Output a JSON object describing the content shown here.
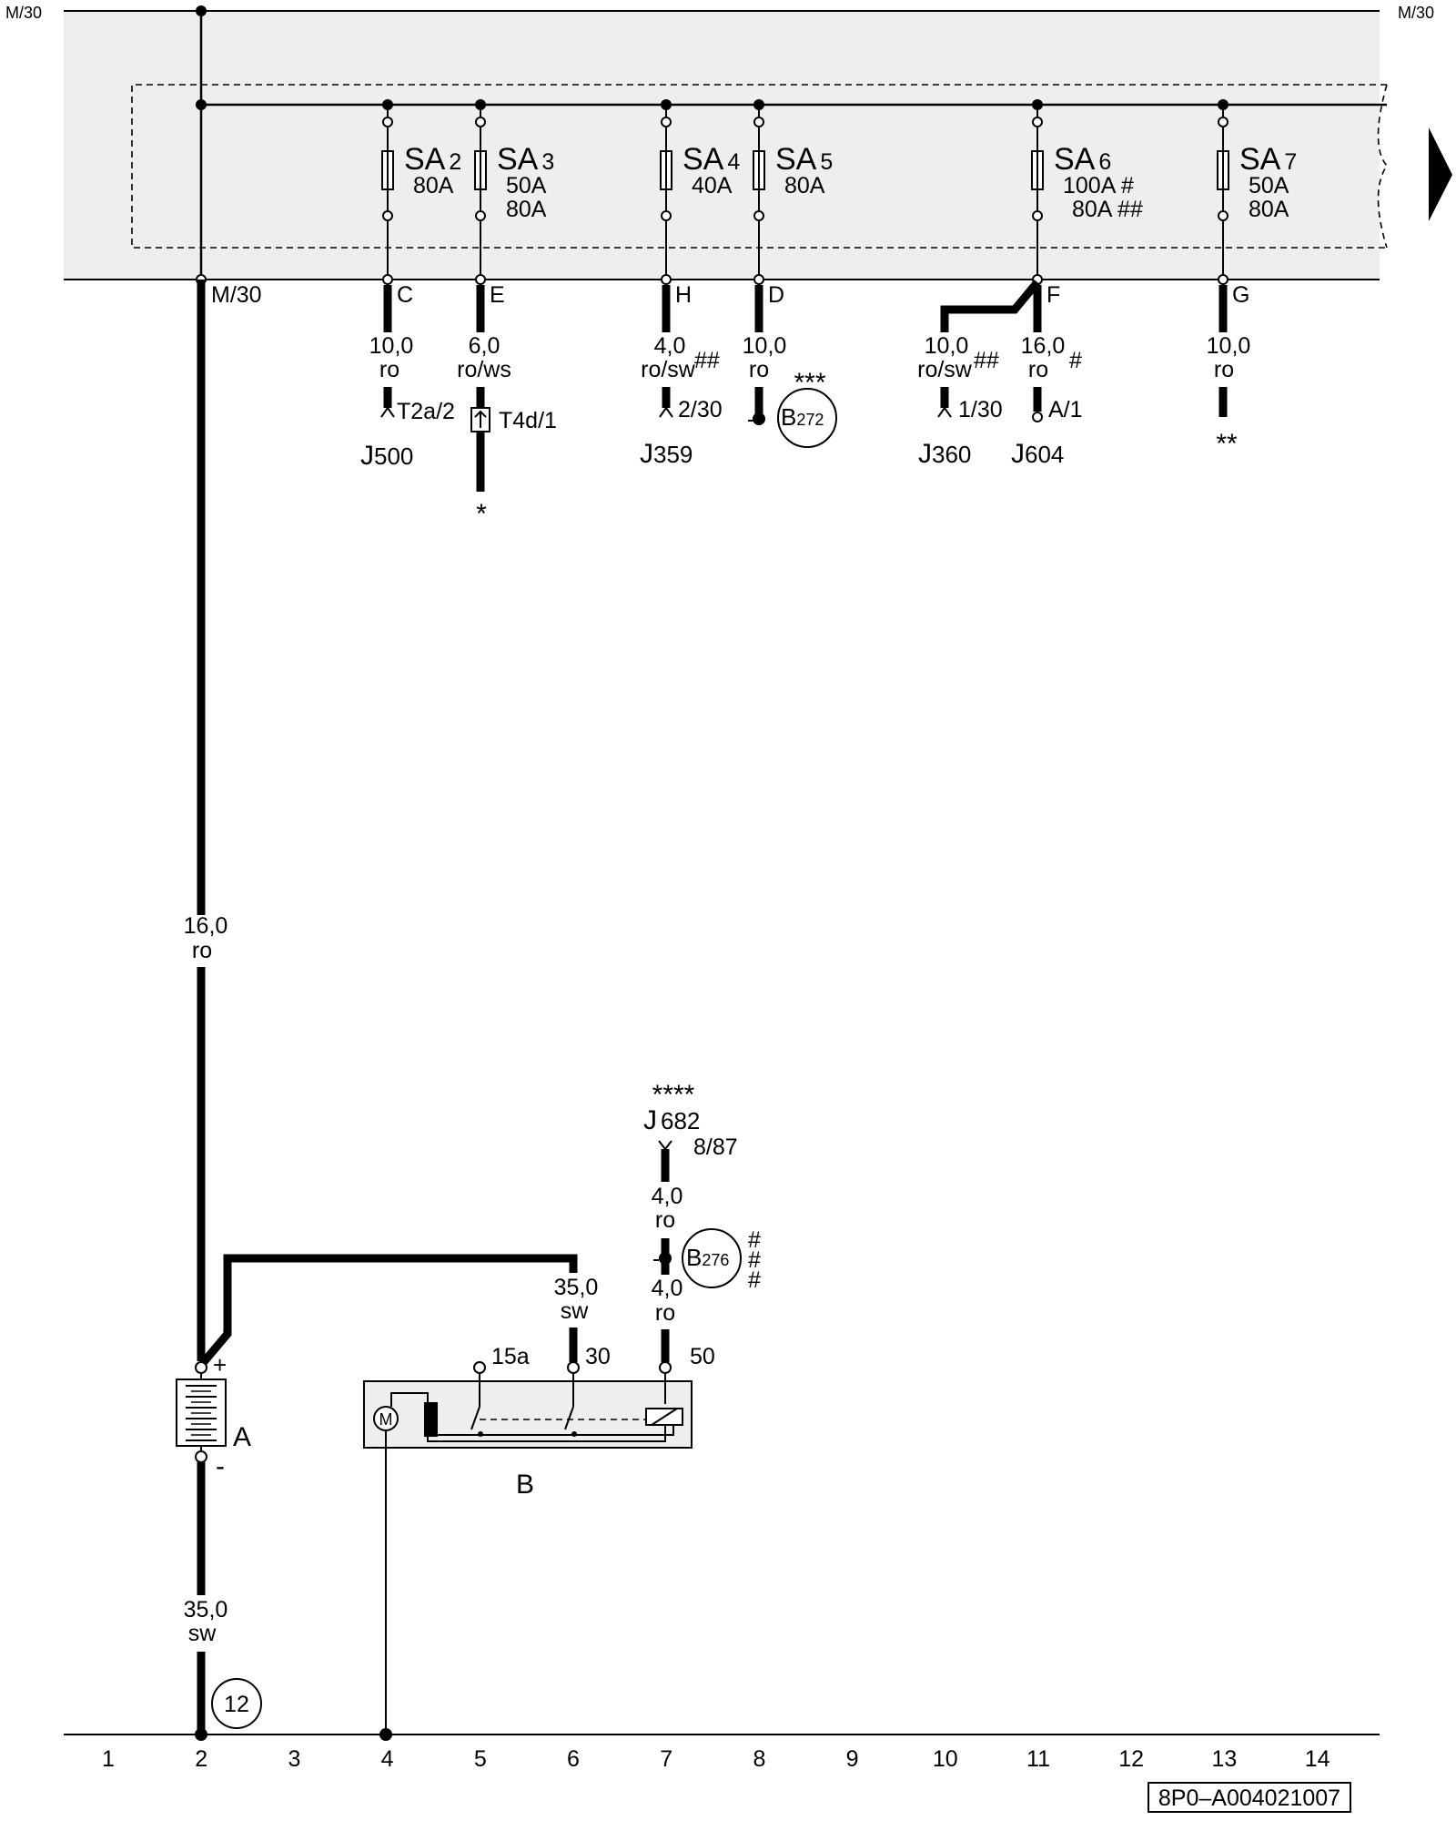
{
  "rail": {
    "left": "M/30",
    "right": "M/30",
    "main": "M/30"
  },
  "fuses": [
    {
      "name": "SA",
      "num": "2",
      "ratings": [
        "80A"
      ]
    },
    {
      "name": "SA",
      "num": "3",
      "ratings": [
        "50A",
        "80A"
      ]
    },
    {
      "name": "SA",
      "num": "4",
      "ratings": [
        "40A"
      ]
    },
    {
      "name": "SA",
      "num": "5",
      "ratings": [
        "80A"
      ]
    },
    {
      "name": "SA",
      "num": "6",
      "ratings": [
        "100A #",
        "80A ##"
      ]
    },
    {
      "name": "SA",
      "num": "7",
      "ratings": [
        "50A",
        "80A"
      ]
    }
  ],
  "pins": [
    "C",
    "E",
    "H",
    "D",
    "F",
    "G"
  ],
  "wires": {
    "c": {
      "size": "10,0",
      "color": "ro"
    },
    "e": {
      "size": "6,0",
      "color": "ro/ws"
    },
    "h": {
      "size": "4,0",
      "color": "ro/sw",
      "mark": "##"
    },
    "d": {
      "size": "10,0",
      "color": "ro"
    },
    "f1": {
      "size": "10,0",
      "color": "ro/sw",
      "mark": "##"
    },
    "f2": {
      "size": "16,0",
      "color": "ro",
      "mark": "#"
    },
    "g": {
      "size": "10,0",
      "color": "ro"
    },
    "main": {
      "size": "16,0",
      "color": "ro"
    },
    "gnd": {
      "size": "35,0",
      "color": "sw"
    },
    "p30": {
      "size": "35,0",
      "color": "sw"
    },
    "s1": {
      "size": "4,0",
      "color": "ro"
    },
    "s2": {
      "size": "4,0",
      "color": "ro"
    }
  },
  "connectors": {
    "t2a": "T2a/2",
    "t4d": "T4d/1",
    "h": "2/30",
    "f1": "1/30",
    "f2": "A/1",
    "j682pin": "8/87"
  },
  "components": {
    "j500": {
      "letter": "J",
      "num": "500"
    },
    "j359": {
      "letter": "J",
      "num": "359"
    },
    "j360": {
      "letter": "J",
      "num": "360"
    },
    "j604": {
      "letter": "J",
      "num": "604"
    },
    "j682": {
      "letter": "J",
      "num": "682"
    },
    "b272": {
      "letter": "B",
      "num": "272"
    },
    "b276": {
      "letter": "B",
      "num": "276"
    }
  },
  "marks": {
    "star1": "*",
    "star2": "**",
    "star3": "***",
    "star4": "****",
    "hash": "#"
  },
  "battery": {
    "label": "A",
    "plus": "+",
    "minus": "-"
  },
  "starter": {
    "label": "B",
    "t15a": "15a",
    "t30": "30",
    "t50": "50",
    "motor": "M"
  },
  "ground_ref": "12",
  "columns": [
    "1",
    "2",
    "3",
    "4",
    "5",
    "6",
    "7",
    "8",
    "9",
    "10",
    "11",
    "12",
    "13",
    "14"
  ],
  "doc_id": "8P0–A004021007"
}
